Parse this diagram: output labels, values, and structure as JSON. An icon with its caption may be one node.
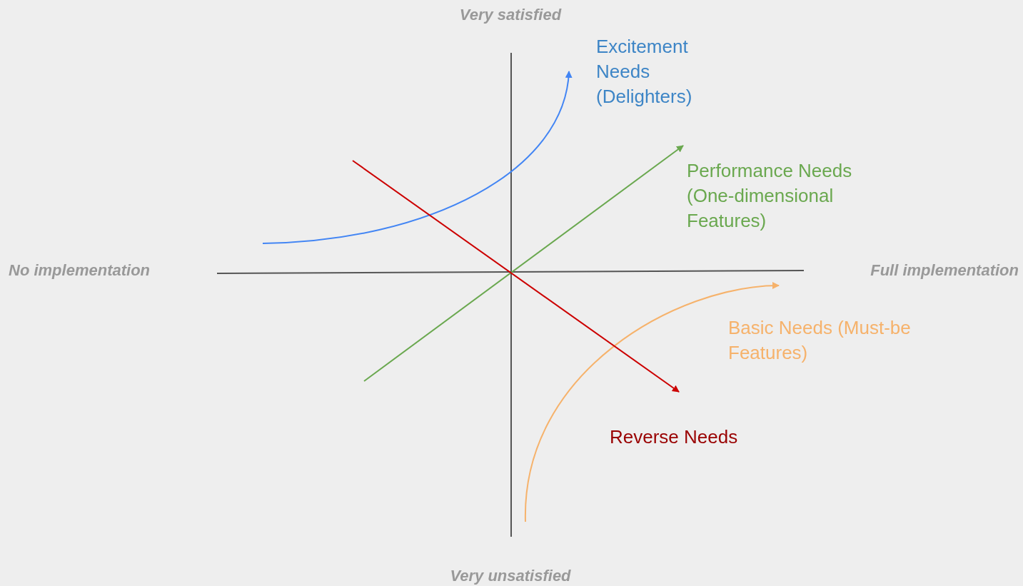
{
  "diagram": {
    "nodes": [
      {
        "text": [
          "Excitement Needs (Delighters)"
        ]
      },
      {
        "text": [
          "Performance Needs (One-dimensional Features)"
        ]
      },
      {
        "text": [
          "Basic Needs (Must-be Features)"
        ]
      },
      {
        "text": [
          "Reverse Needs"
        ]
      }
    ],
    "edges": [
      {
        "from": null,
        "to": 0,
        "arrow": "to",
        "color": "#4285f4"
      },
      {
        "from": null,
        "to": 1,
        "arrow": "to",
        "color": "#6aa84f"
      },
      {
        "from": null,
        "to": 2,
        "arrow": "to",
        "color": "#f6b26b"
      },
      {
        "from": null,
        "to": 3,
        "arrow": "to",
        "color": "#cc0000"
      }
    ],
    "labels": [
      "Very satisfied",
      "No implementation",
      "Full implementation",
      "Very unsatisfied"
    ]
  }
}
